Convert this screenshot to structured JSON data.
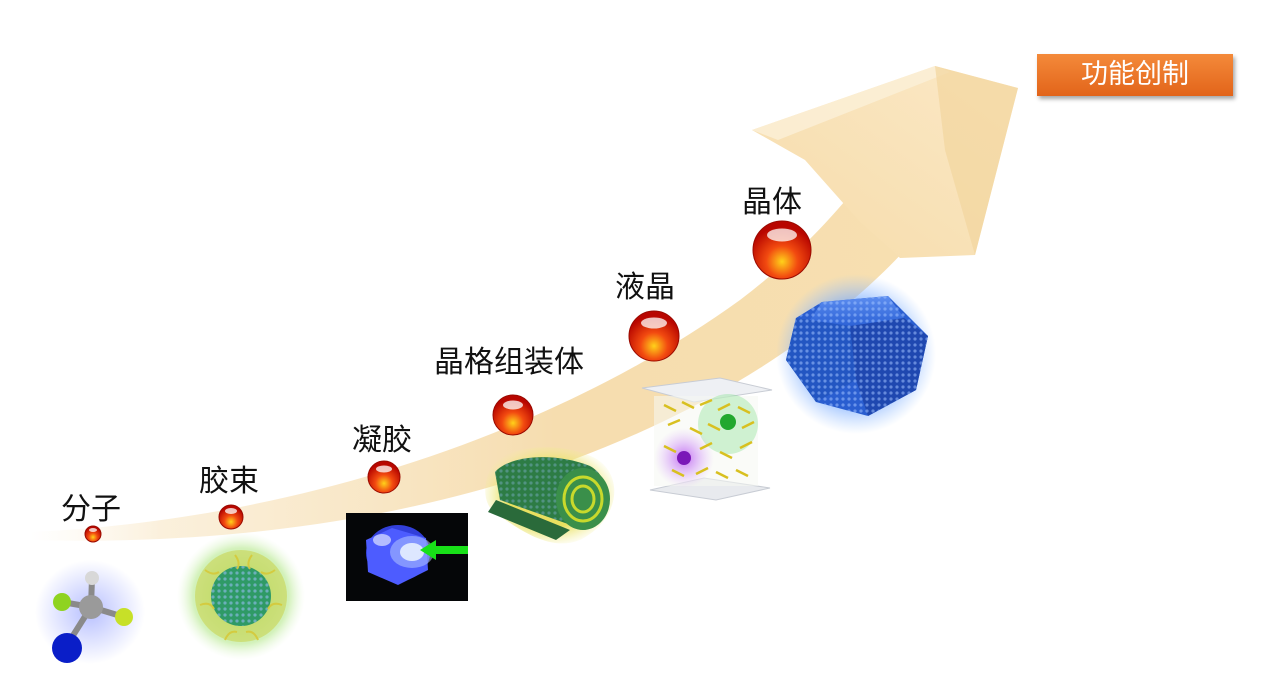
{
  "badge": {
    "label": "功能创制"
  },
  "stages": [
    {
      "id": "molecule",
      "label": "分子"
    },
    {
      "id": "micelle",
      "label": "胶束"
    },
    {
      "id": "gel",
      "label": "凝胶"
    },
    {
      "id": "lattice-assembly",
      "label": "晶格组装体"
    },
    {
      "id": "liquid-crystal",
      "label": "液晶"
    },
    {
      "id": "crystal",
      "label": "晶体"
    }
  ],
  "colors": {
    "arrow": "#f6dcae",
    "sphere": "#e81808",
    "badge": "#ec7528"
  },
  "icons": [
    "molecule-illustration",
    "micelle-illustration",
    "gel-photo",
    "rolled-lattice-illustration",
    "liquid-crystal-cell-illustration",
    "crystal-polyhedron-illustration"
  ]
}
